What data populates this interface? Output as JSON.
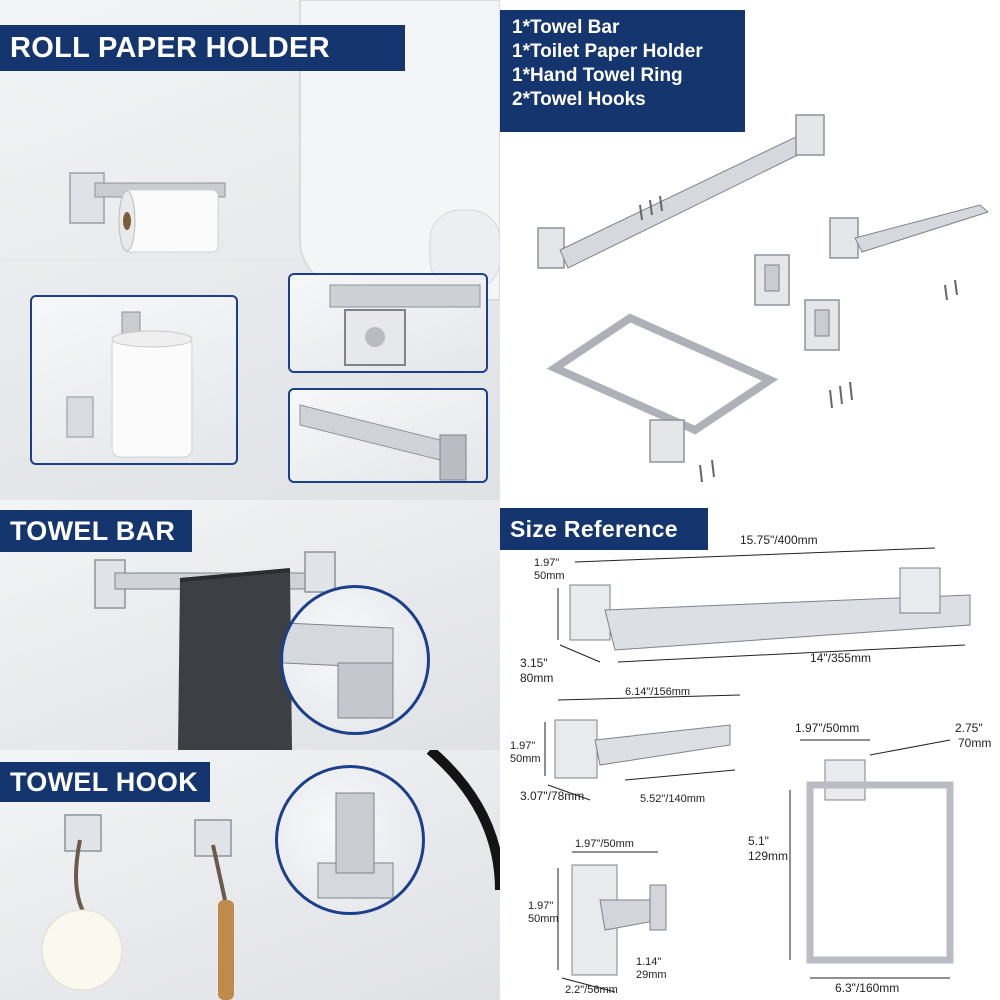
{
  "panels": {
    "roll_paper": {
      "label": "ROLL PAPER HOLDER"
    },
    "contents": {
      "items": [
        "1*Towel Bar",
        "1*Toilet Paper Holder",
        "1*Hand Towel Ring",
        "2*Towel Hooks"
      ]
    },
    "towel_bar": {
      "label": "TOWEL BAR"
    },
    "towel_hook": {
      "label": "TOWEL HOOK"
    },
    "size_reference": {
      "label": "Size Reference",
      "towel_bar_dims": {
        "length_top": "15.75\"/400mm",
        "length_bottom": "14\"/355mm",
        "height_in": "1.97\"",
        "height_mm": "50mm",
        "depth_in": "3.15\"",
        "depth_mm": "80mm"
      },
      "paper_holder_dims": {
        "length_top": "6.14\"/156mm",
        "height_in": "1.97\"",
        "height_mm": "50mm",
        "depth": "3.07\"/78mm",
        "inner_length": "5.52\"/140mm"
      },
      "ring_dims": {
        "base": "1.97\"/50mm",
        "depth_in": "2.75\"",
        "depth_mm": "70mm",
        "height_in": "5.1\"",
        "height_mm": "129mm",
        "width": "6.3\"/160mm"
      },
      "hook_dims": {
        "width": "1.97\"/50mm",
        "height_in": "1.97\"",
        "height_mm": "50mm",
        "tip_in": "1.14\"",
        "tip_mm": "29mm",
        "depth": "2.2\"/56mm"
      }
    }
  },
  "colors": {
    "label_bg": "#15356e",
    "inset_border": "#1c3f8a",
    "chrome": "#c9ccd1"
  }
}
